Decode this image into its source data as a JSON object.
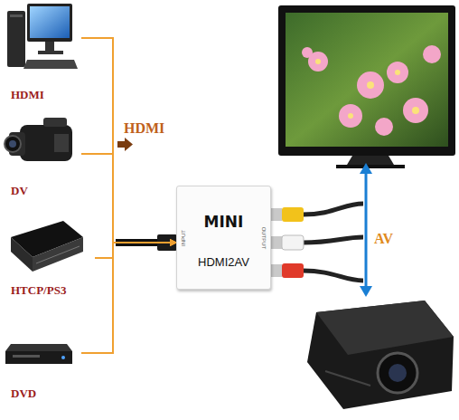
{
  "diagram": {
    "nodes": [
      {
        "text": [
          "HDMI"
        ]
      },
      {
        "text": [
          "DV"
        ]
      },
      {
        "text": [
          "HTCP/PS3"
        ]
      },
      {
        "text": [
          "DVD"
        ]
      },
      {
        "text": [
          "MINI",
          "HDMI2AV",
          "INPUT",
          "OUTPUT"
        ]
      }
    ],
    "edges": [
      {
        "from": 0,
        "to": 4,
        "arrow": "to"
      },
      {
        "from": 1,
        "to": 4,
        "arrow": "to"
      },
      {
        "from": 2,
        "to": 4,
        "arrow": "to"
      },
      {
        "from": 3,
        "to": 4,
        "arrow": "to"
      }
    ],
    "labels": [
      "HDMI",
      "AV"
    ]
  }
}
